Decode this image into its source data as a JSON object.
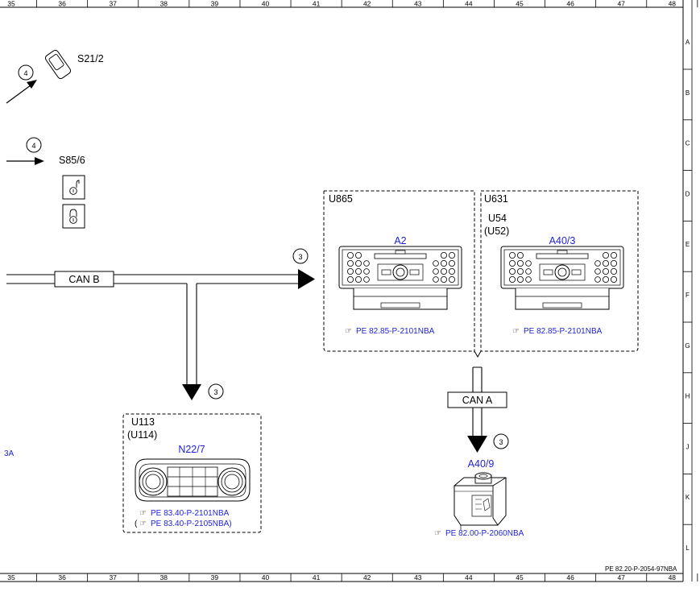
{
  "columns": [
    "35",
    "36",
    "37",
    "38",
    "39",
    "40",
    "41",
    "42",
    "43",
    "44",
    "45",
    "46",
    "47",
    "48"
  ],
  "rows": [
    "A",
    "B",
    "C",
    "D",
    "E",
    "F",
    "G",
    "H",
    "J",
    "K",
    "L"
  ],
  "footer_ref": "PE 82.20-P-2054-97NBA",
  "left_cut_text": "3A",
  "switch_s21": {
    "label": "S21/2",
    "connector": "4"
  },
  "switch_s85": {
    "label": "S85/6",
    "connector": "4"
  },
  "bus_can_b": {
    "label": "CAN B",
    "connector_main": "3",
    "connector_branch": "3"
  },
  "bus_can_a": {
    "label": "CAN A",
    "connector": "3"
  },
  "group_left": {
    "variant_top": "U865"
  },
  "group_right": {
    "variant_top": "U631",
    "variant_mid": "U54",
    "variant_paren": "(U52)"
  },
  "unit_a2": {
    "label": "A2",
    "ref": "PE 82.85-P-2101NBA"
  },
  "unit_a40_3": {
    "label": "A40/3",
    "ref": "PE 82.85-P-2101NBA"
  },
  "unit_n22_7": {
    "variant_top": "U113",
    "variant_paren": "(U114)",
    "label": "N22/7",
    "ref1": "PE 83.40-P-2101NBA",
    "ref2": "PE 83.40-P-2105NBA)",
    "ref2_prefix": "("
  },
  "unit_a40_9": {
    "label": "A40/9",
    "ref": "PE 82.00-P-2060NBA"
  },
  "colors": {
    "label_blue": "#1f1fd6",
    "line": "#000000"
  }
}
